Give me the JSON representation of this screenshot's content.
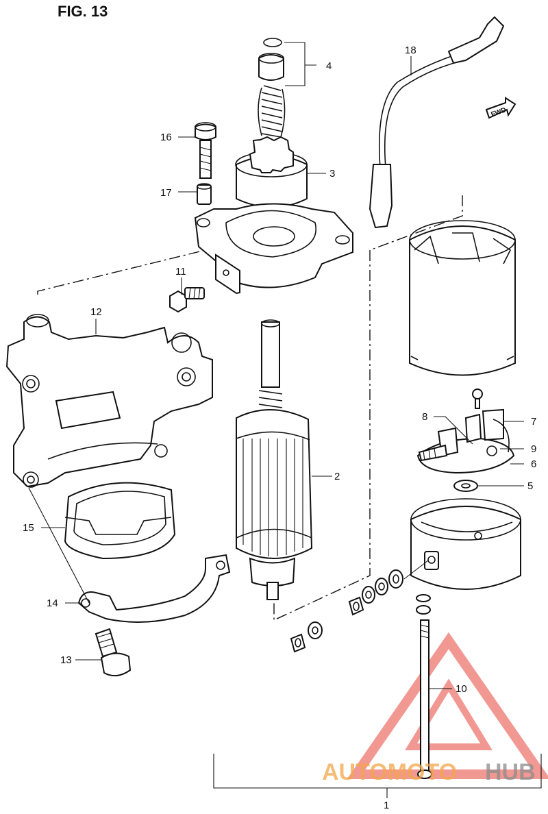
{
  "figure": {
    "title": "FIG. 13"
  },
  "callouts": {
    "c1": "1",
    "c2": "2",
    "c3": "3",
    "c4": "4",
    "c5": "5",
    "c6": "6",
    "c7": "7",
    "c8": "8",
    "c9": "9",
    "c10": "10",
    "c11": "11",
    "c12": "12",
    "c13": "13",
    "c14": "14",
    "c15": "15",
    "c16": "16",
    "c17": "17",
    "c18": "18"
  },
  "fwd_badge": "FWD",
  "watermark": {
    "brand_a": "AUTOMOTO",
    "brand_b": "HUB",
    "color_a": "#f2a64a",
    "color_b": "#8c8c8c",
    "triangle_color": "#e8453c"
  }
}
